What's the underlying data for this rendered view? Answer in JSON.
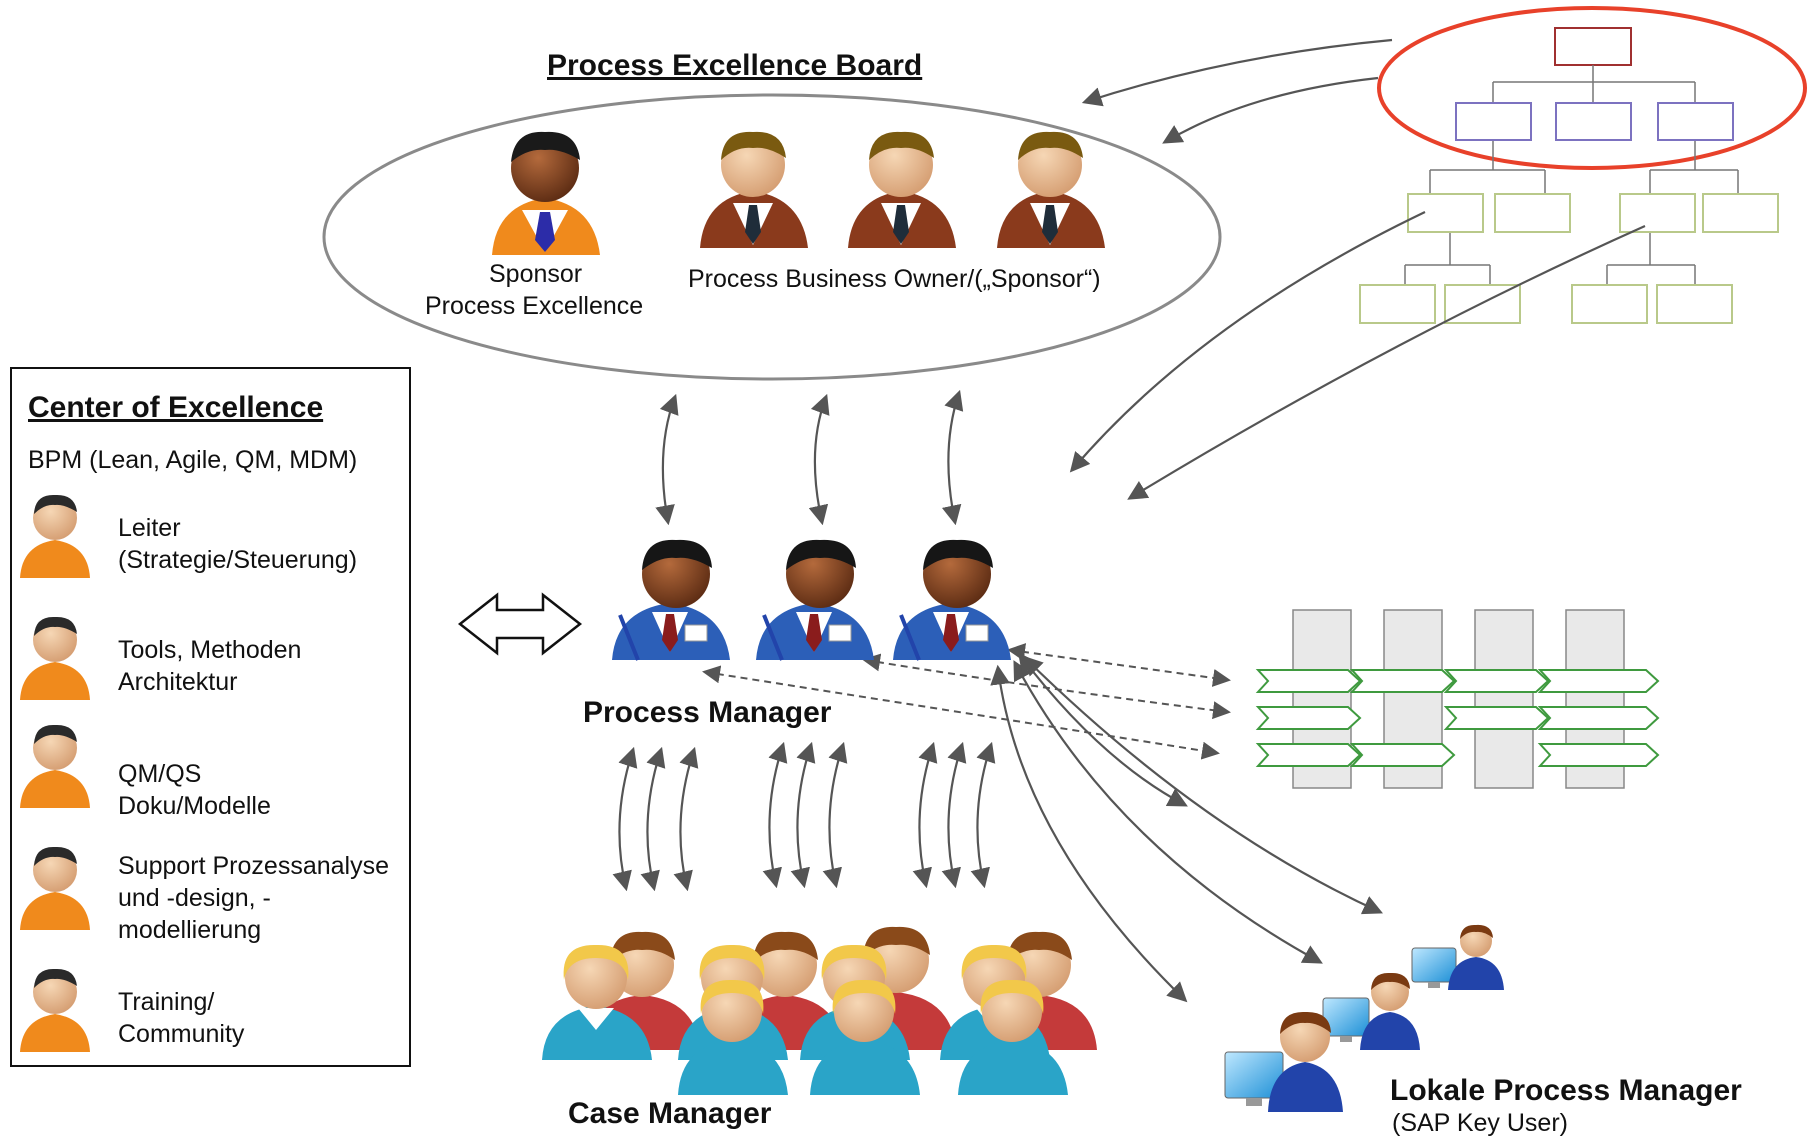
{
  "board": {
    "title": "Process Excellence Board",
    "sponsor_label_line1": "Sponsor",
    "sponsor_label_line2": "Process Excellence",
    "owner_label": "Process Business Owner/(„Sponsor“)"
  },
  "coe": {
    "title": "Center of Excellence",
    "subtitle": "BPM (Lean, Agile, QM, MDM)",
    "roles": [
      {
        "text": "Leiter\n(Strategie/Steuerung)"
      },
      {
        "text": "Tools, Methoden\nArchitektur"
      },
      {
        "text": "QM/QS\nDoku/Modelle"
      },
      {
        "text": "Support Prozessanalyse\nund -design, -\nmodellierung"
      },
      {
        "text": "Training/\nCommunity"
      }
    ]
  },
  "process_manager": {
    "label": "Process Manager"
  },
  "case_manager": {
    "label": "Case Manager"
  },
  "local_pm": {
    "label": "Lokale Process Manager",
    "sublabel": "(SAP Key User)"
  },
  "colors": {
    "ellipse_outline": "#8a8a8a",
    "highlight_ellipse": "#e8412a",
    "org_top_box": "#a03030",
    "org_mid_box": "#7c72c0",
    "org_low_box": "#b9c98a",
    "process_arrow": "#3f9a3f",
    "swimlane_fill": "#e9e9e9",
    "arrow_gray": "#555555",
    "person_orange": "#f08a1c",
    "person_brown": "#8a3a1c",
    "person_blue": "#2c5fb8",
    "case_blue": "#2aa4c8",
    "case_red": "#c43a3a"
  }
}
